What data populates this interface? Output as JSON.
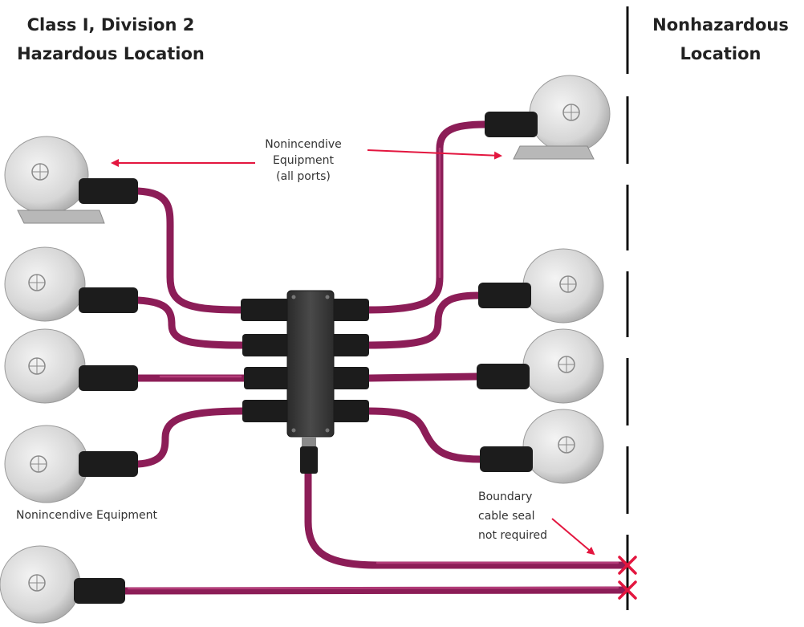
{
  "zones": {
    "hazardous": {
      "line1": "Class I, Division 2",
      "line2": "Hazardous Location"
    },
    "nonhazardous": {
      "line1": "Nonhazardous",
      "line2": "Location"
    }
  },
  "labels": {
    "equipment_all_ports": [
      "Nonincendive",
      "Equipment",
      "(all ports)"
    ],
    "equipment_single": "Nonincendive Equipment",
    "boundary_seal": [
      "Boundary",
      "cable seal",
      "not required"
    ]
  },
  "colors": {
    "cable": "#8c1d57",
    "arrow": "#e3163f",
    "boundary": "#111111",
    "junction_box": "#3a3a3a",
    "equipment": "#d8d8d8",
    "connector": "#1c1c1c"
  }
}
